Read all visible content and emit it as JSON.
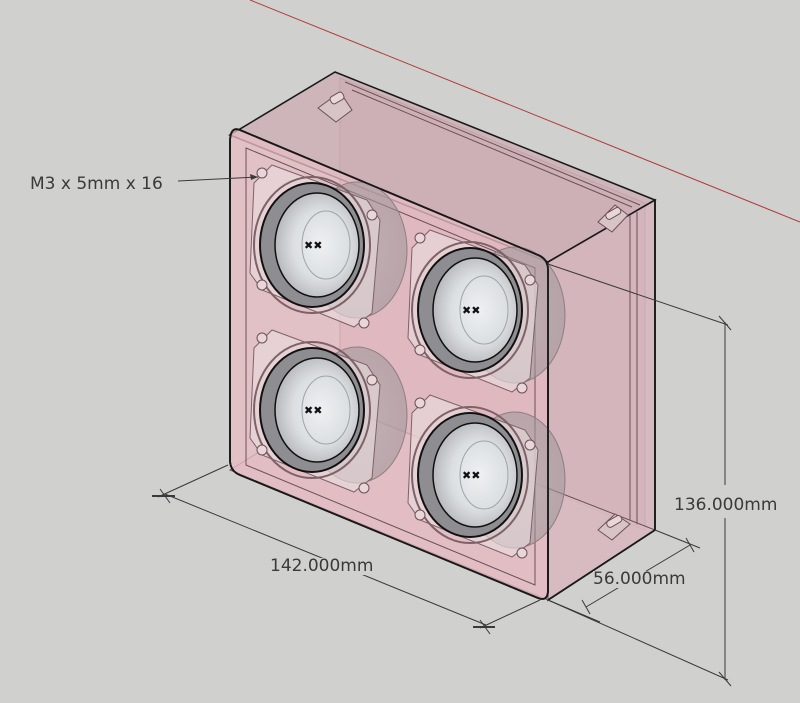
{
  "drawing": {
    "subject": "4-speaker enclosure box (isometric, transparent)",
    "background_color": "#d0d0ce",
    "body_color": "#e2b9bf",
    "edge_color": "#1a1a1a",
    "axis_line_color": "#b03a3a"
  },
  "annotations": {
    "fastener_note": "M3 x 5mm x 16"
  },
  "dimensions": {
    "width": "142.000mm",
    "height": "136.000mm",
    "depth": "56.000mm"
  },
  "speakers": [
    {
      "position": "top-left"
    },
    {
      "position": "top-right"
    },
    {
      "position": "bottom-left"
    },
    {
      "position": "bottom-right"
    }
  ]
}
